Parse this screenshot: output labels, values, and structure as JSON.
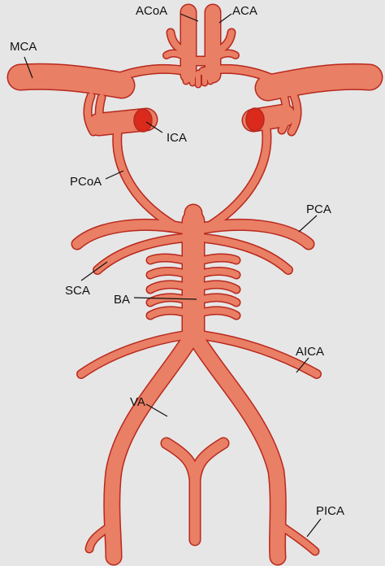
{
  "labels": {
    "acoa": "ACoA",
    "aca": "ACA",
    "mca": "MCA",
    "ica": "ICA",
    "pcoa": "PCoA",
    "pca": "PCA",
    "sca": "SCA",
    "ba": "BA",
    "aica": "AICA",
    "va": "VA",
    "pica": "PICA"
  },
  "colors": {
    "background": "#e6e6e6",
    "vessel_fill": "#e97f65",
    "vessel_outline": "#b8281d",
    "vessel_lumen": "#d92a1c",
    "label_text": "#111111"
  }
}
